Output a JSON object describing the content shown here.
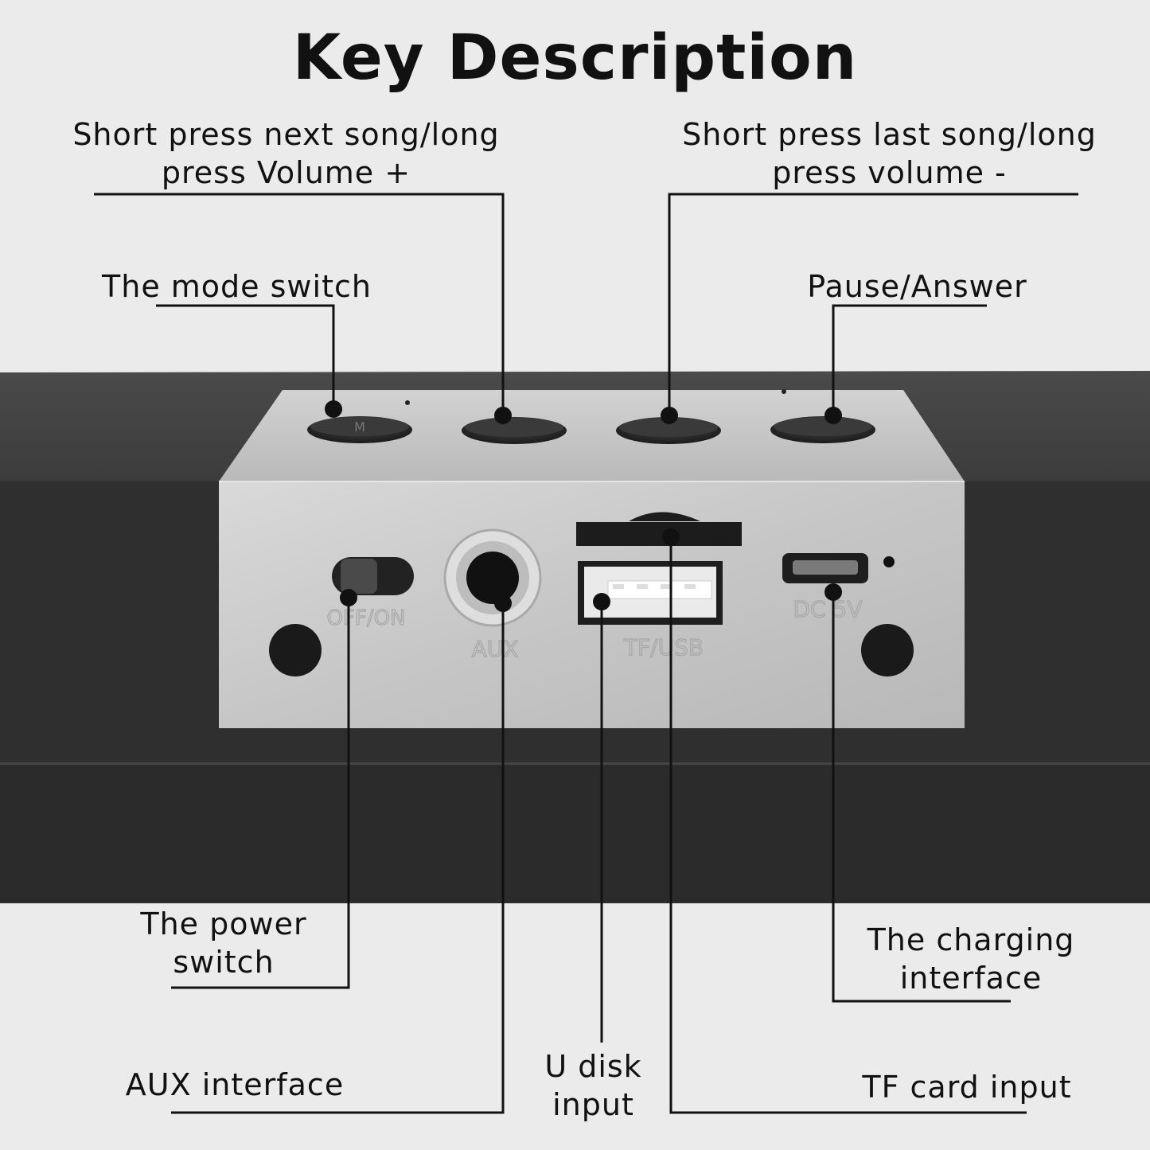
{
  "title": "Key Description",
  "labels": {
    "next_song": "Short press next song/long press Volume +",
    "last_song": "Short press last song/long press volume -",
    "mode_switch": "The mode switch",
    "pause_answer": "Pause/Answer",
    "power_switch": "The power switch",
    "charging_interface": "The charging interface",
    "aux_interface": "AUX interface",
    "u_disk_input": "U disk input",
    "tf_card_input": "TF card input"
  },
  "panel_markings": {
    "power": "OFF/ON",
    "aux": "AUX",
    "tf_usb": "TF/USB",
    "dc": "DC 5V"
  },
  "colors": {
    "background": "#ebebeb",
    "device_body": "#2e2e2e",
    "panel": "#c8c8c8",
    "leader_line": "#111111"
  }
}
